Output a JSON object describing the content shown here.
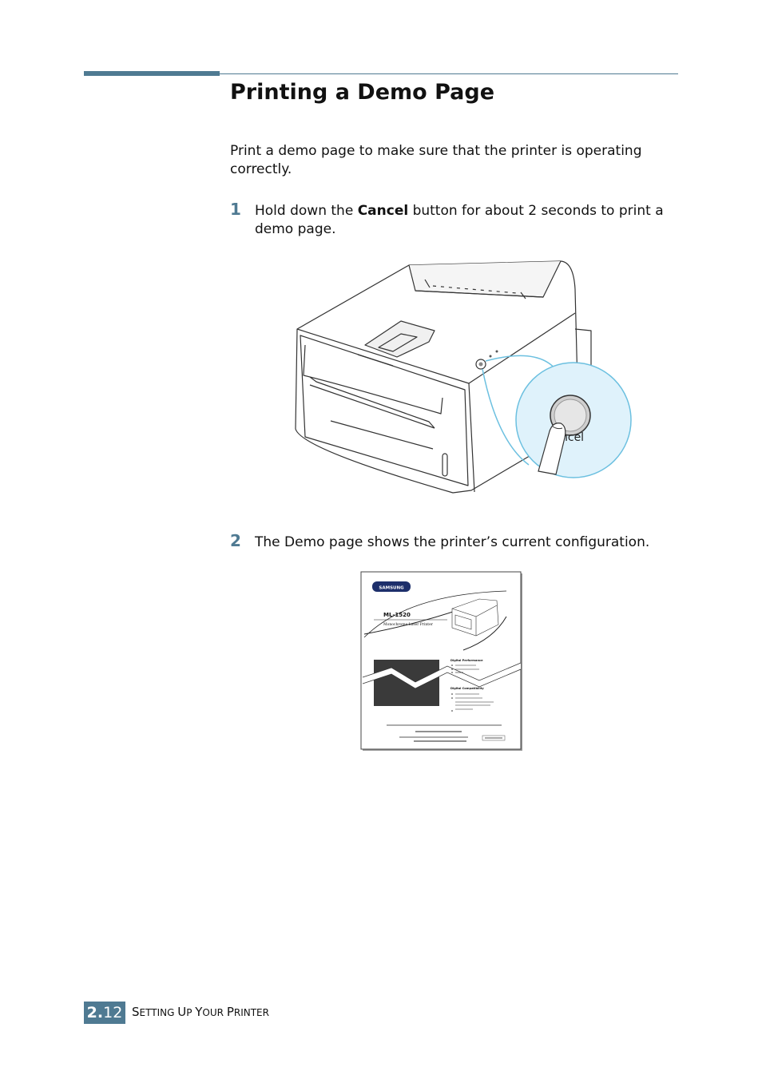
{
  "section": {
    "title": "Printing a Demo Page",
    "intro": "Print a demo page to make sure that the printer is operating correctly."
  },
  "steps": [
    {
      "number": "1",
      "text_before": "Hold down the ",
      "bold": "Cancel",
      "text_after": " button for about 2 seconds to print a demo page."
    },
    {
      "number": "2",
      "text": "The Demo page shows the printer’s current configuration."
    }
  ],
  "figure1": {
    "button_label": "ncel"
  },
  "figure2": {
    "brand": "SAMSUNG",
    "model": "ML-1520",
    "subtitle": "Monochrome Laser Printer",
    "heading_performance": "Digital Performance",
    "heading_compatibility": "Digital Compatibility"
  },
  "footer": {
    "chapter": "2.",
    "page": "12",
    "title_parts": [
      "S",
      "ETTING ",
      "U",
      "P ",
      "Y",
      "OUR ",
      "P",
      "RINTER"
    ]
  },
  "colors": {
    "accent": "#4f7a92",
    "callout": "#dff2fb"
  }
}
